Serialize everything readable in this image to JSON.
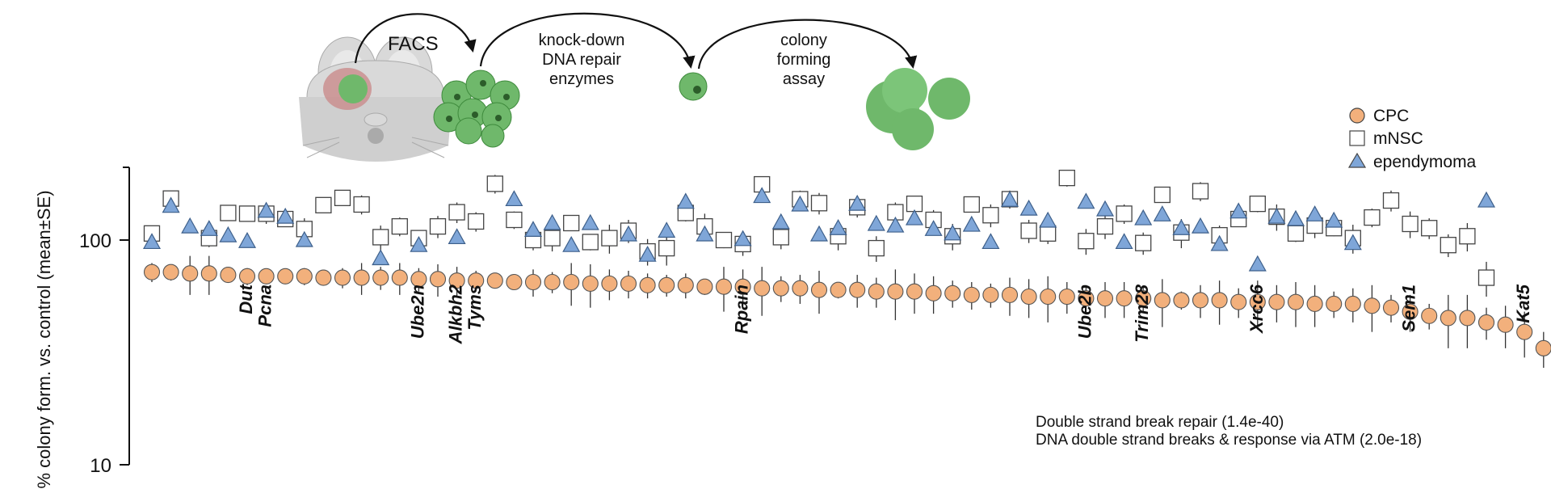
{
  "workflow": {
    "facs_label": "FACS",
    "knockdown_label": [
      "knock-down",
      "DNA repair",
      "enzymes"
    ],
    "colony_label": [
      "colony",
      "forming",
      "assay"
    ]
  },
  "chart_data": {
    "type": "scatter",
    "y_scale": "log",
    "ylabel": "% colony form. vs. control (mean±SE)",
    "ylim": [
      10,
      210
    ],
    "yticks": [
      10,
      100
    ],
    "legend_position": "top-right",
    "series": [
      {
        "name": "CPC",
        "marker": "circle",
        "color": "#f2b07c",
        "values": [
          72,
          72,
          71,
          71,
          70,
          69,
          69,
          69,
          69,
          68,
          68,
          68,
          68,
          68,
          67,
          67,
          66,
          66,
          66,
          65,
          65,
          65,
          65,
          64,
          64,
          64,
          63,
          63,
          63,
          62,
          62,
          62,
          61,
          61,
          61,
          60,
          60,
          60,
          59,
          59,
          59,
          58,
          58,
          57,
          57,
          57,
          56,
          56,
          56,
          55,
          55,
          55,
          55,
          54,
          54,
          54,
          54,
          53,
          53,
          53,
          53,
          52,
          52,
          52,
          51,
          50,
          48,
          46,
          45,
          45,
          43,
          42,
          39,
          33
        ],
        "errors": [
          7,
          6,
          14,
          14,
          5,
          6,
          5,
          5,
          6,
          5,
          7,
          11,
          8,
          11,
          8,
          11,
          10,
          7,
          5,
          5,
          9,
          7,
          14,
          14,
          10,
          9,
          8,
          7,
          8,
          5,
          14,
          12,
          15,
          8,
          9,
          13,
          5,
          10,
          9,
          15,
          12,
          11,
          8,
          8,
          7,
          11,
          11,
          13,
          9,
          8,
          10,
          10,
          7,
          13,
          5,
          9,
          12,
          8,
          13,
          10,
          12,
          11,
          7,
          9,
          12,
          7,
          9,
          6,
          12,
          12,
          7,
          9,
          9,
          6
        ]
      },
      {
        "name": "mNSC",
        "marker": "square",
        "color": "#ffffff",
        "values": [
          107,
          153,
          102,
          132,
          131,
          131,
          124,
          112,
          143,
          154,
          144,
          103,
          115,
          102,
          115,
          133,
          121,
          178,
          123,
          100,
          102,
          119,
          98,
          102,
          110,
          89,
          92,
          132,
          115,
          100,
          96,
          177,
          103,
          152,
          146,
          104,
          140,
          92,
          133,
          145,
          123,
          104,
          144,
          129,
          152,
          110,
          107,
          189,
          99,
          115,
          131,
          97,
          159,
          108,
          165,
          105,
          124,
          145,
          127,
          107,
          116,
          113,
          102,
          126,
          150,
          118,
          113,
          95,
          104,
          68
        ],
        "errors": [
          9,
          12,
          9,
          10,
          8,
          13,
          8,
          13,
          11,
          9,
          14,
          13,
          11,
          8,
          13,
          14,
          12,
          17,
          11,
          10,
          13,
          9,
          8,
          15,
          13,
          12,
          15,
          11,
          16,
          8,
          11,
          15,
          12,
          14,
          16,
          14,
          14,
          12,
          14,
          9,
          13,
          14,
          11,
          15,
          14,
          13,
          11,
          16,
          13,
          14,
          13,
          11,
          9,
          16,
          16,
          11,
          8,
          12,
          17,
          9,
          14,
          9,
          15,
          12,
          16,
          16,
          12,
          11,
          15,
          12
        ],
        "x_index": [
          0,
          1,
          3,
          4,
          5,
          6,
          7,
          8,
          9,
          10,
          11,
          12,
          13,
          14,
          15,
          16,
          17,
          18,
          19,
          20,
          21,
          22,
          23,
          24,
          25,
          26,
          27,
          28,
          29,
          30,
          31,
          32,
          33,
          34,
          35,
          36,
          37,
          38,
          39,
          40,
          41,
          42,
          43,
          44,
          45,
          46,
          47,
          48,
          49,
          50,
          51,
          52,
          53,
          54,
          55,
          56,
          57,
          58,
          59,
          60,
          61,
          62,
          63,
          64,
          65,
          66,
          67,
          68,
          69,
          70
        ]
      },
      {
        "name": "ependymoma",
        "marker": "triangle",
        "color": "#7fa6d8",
        "values": [
          98,
          142,
          115,
          112,
          105,
          99,
          135,
          127,
          100,
          83,
          95,
          103,
          152,
          111,
          119,
          95,
          119,
          106,
          86,
          110,
          148,
          106,
          101,
          157,
          120,
          144,
          106,
          113,
          145,
          118,
          116,
          125,
          112,
          107,
          117,
          98,
          151,
          138,
          122,
          148,
          137,
          98,
          125,
          130,
          113,
          115,
          96,
          134,
          78,
          127,
          124,
          130,
          122,
          97,
          150
        ],
        "x_index": [
          0,
          1,
          2,
          3,
          4,
          5,
          6,
          7,
          8,
          12,
          14,
          16,
          19,
          20,
          21,
          22,
          23,
          25,
          26,
          27,
          28,
          29,
          31,
          32,
          33,
          34,
          35,
          36,
          37,
          38,
          39,
          40,
          41,
          42,
          43,
          44,
          45,
          46,
          47,
          49,
          50,
          51,
          52,
          53,
          54,
          55,
          56,
          57,
          58,
          59,
          60,
          61,
          62,
          63,
          70
        ]
      }
    ],
    "gene_labels": [
      {
        "text": "Dut",
        "index": 5,
        "color": "#d6246e"
      },
      {
        "text": "Pcna",
        "index": 6,
        "color": "#d6246e"
      },
      {
        "text": "Ube2n",
        "index": 14,
        "color": "#e8912e"
      },
      {
        "text": "Alkbh2",
        "index": 16,
        "color": "#e8912e"
      },
      {
        "text": "Tyms",
        "index": 17,
        "color": "#e8912e"
      },
      {
        "text": "Rpain",
        "index": 31,
        "color": "#d6246e"
      },
      {
        "text": "Ube2b",
        "index": 49,
        "color": "#e8912e"
      },
      {
        "text": "Trim28",
        "index": 52,
        "color": "#e8912e"
      },
      {
        "text": "Xrcc6",
        "index": 58,
        "color": "#e8912e"
      },
      {
        "text": "Sem1",
        "index": 66,
        "color": "#2f6b4f"
      },
      {
        "text": "Kat5",
        "index": 72,
        "color": "#2f6b4f"
      }
    ],
    "annotations": [
      "Double strand break repair (1.4e-40)",
      "DNA double strand breaks & response via ATM (2.0e-18)"
    ]
  }
}
